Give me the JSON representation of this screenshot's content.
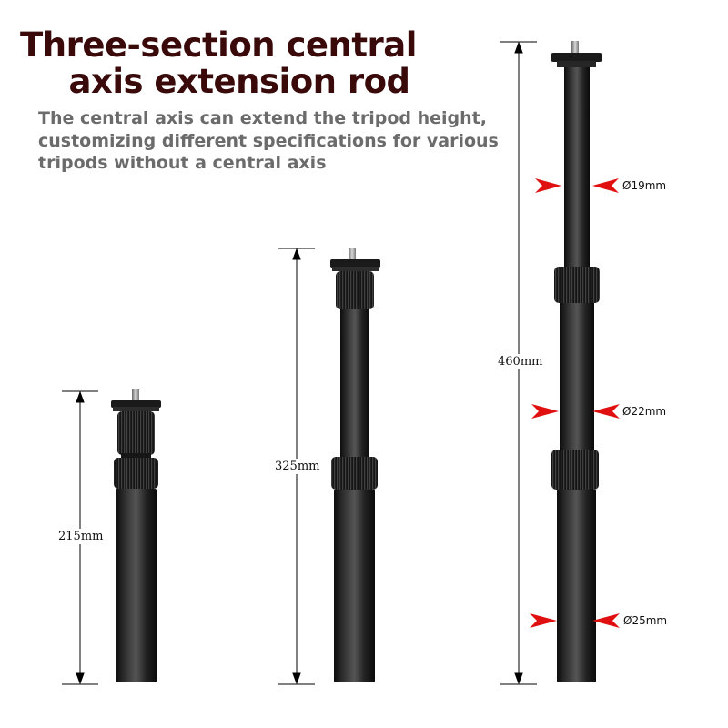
{
  "title": {
    "line1": "Three-section central",
    "line2": "axis extension rod"
  },
  "subtitle": {
    "line1": "The central axis can extend the tripod height,",
    "line2": "customizing different specifications for various",
    "line3": "tripods without a central axis"
  },
  "rods": [
    {
      "length_label": "215mm"
    },
    {
      "length_label": "325mm"
    },
    {
      "length_label": "460mm"
    }
  ],
  "diameters": [
    {
      "label": "Ø19mm"
    },
    {
      "label": "Ø22mm"
    },
    {
      "label": "Ø25mm"
    }
  ],
  "colors": {
    "title": "#3a0a0a",
    "subtitle": "#6b6b6b",
    "arrow": "#e01010",
    "rod": "#1b1b1b"
  }
}
